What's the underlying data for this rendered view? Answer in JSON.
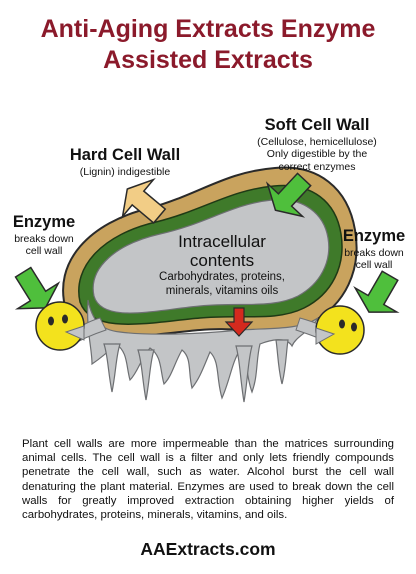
{
  "title": {
    "line1": "Anti-Aging Extracts Enzyme",
    "line2": "Assisted Extracts"
  },
  "labels": {
    "hard_wall": {
      "heading": "Hard Cell Wall",
      "sub": "(Lignin) indigestible"
    },
    "soft_wall": {
      "heading": "Soft Cell Wall",
      "sub1": "(Cellulose, hemicellulose)",
      "sub2": "Only digestible by the",
      "sub3": "correct enzymes"
    },
    "enzyme_left": {
      "heading": "Enzyme",
      "sub1": "breaks down",
      "sub2": "cell wall"
    },
    "enzyme_right": {
      "heading": "Enzyme",
      "sub1": "breaks down",
      "sub2": "cell wall"
    },
    "intracellular": {
      "heading1": "Intracellular",
      "heading2": "contents",
      "sub1": "Carbohydrates, proteins,",
      "sub2": "minerals, vitamins oils"
    }
  },
  "description": "Plant cell walls are more impermeable than the matrices surrounding animal cells. The cell wall is a filter and only lets friendly compounds penetrate the cell wall, such as water. Alcohol burst the cell wall denaturing the plant material. Enzymes are used to break down the cell walls for greatly improved extraction obtaining higher yields of carbohydrates, proteins, minerals, vitamins, and oils.",
  "website": "AAExtracts.com",
  "colors": {
    "title": "#8b1a2b",
    "hard_wall": "#c9a35e",
    "soft_wall": "#3f7a2a",
    "contents": "#c3c5c7",
    "green_arrow": "#4fbf3c",
    "yellow_arrow": "#f2cd86",
    "red_arrow": "#d42a1e",
    "enzyme": "#f3e21d"
  },
  "icons": [
    "green-arrow-icon",
    "yellow-arrow-icon",
    "red-arrow-icon",
    "enzyme-smiley-icon"
  ]
}
